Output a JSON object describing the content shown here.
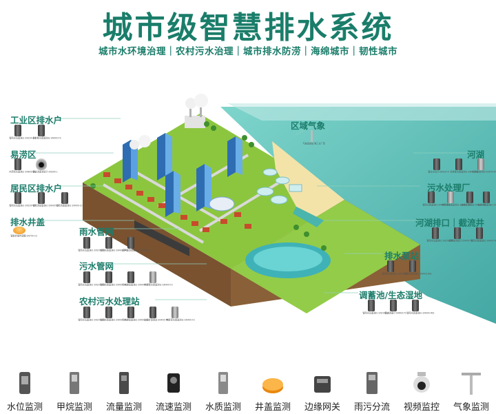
{
  "header": {
    "title": "城市级智慧排水系统",
    "subtitle": "城市水环境治理｜农村污水治理｜城市排水防涝｜海绵城市｜韧性城市"
  },
  "groups": [
    {
      "label": "工业区排水户",
      "devices": [
        {
          "caption": "管网水位监测仪 EN200-D2"
        },
        {
          "caption": "多参数水质监测仪 EN400-Y3"
        }
      ]
    },
    {
      "label": "易涝区",
      "devices": [
        {
          "caption": "内涝积水监测仪 EN600-W2"
        },
        {
          "caption": "雷达流速流量计 EN300-L"
        }
      ]
    },
    {
      "label": "居民区排水户",
      "devices": [
        {
          "caption": "管网水位监测仪 EN200-D2"
        },
        {
          "caption": "管网流量监测仪 EN400-CC"
        },
        {
          "caption": "管网流速监测仪 EN400-LV"
        }
      ]
    },
    {
      "label": "排水井盖",
      "devices": [
        {
          "caption": "智能井盖传感器 EN700-C2"
        }
      ]
    },
    {
      "label": "雨水管网",
      "devices": [
        {
          "caption": "管网水位监测仪 EN200-D2"
        },
        {
          "caption": "管网水质监测仪 EN400-MQ"
        },
        {
          "caption": "超声波流量监测仪 EN400-F1"
        }
      ]
    },
    {
      "label": "污水管网",
      "devices": [
        {
          "caption": "管网水位监测仪 EN200-D2"
        },
        {
          "caption": "管网水质监测仪 EN400-WQ"
        },
        {
          "caption": "污水流量监测仪 EN400-CO"
        },
        {
          "caption": "电导率水质监测仪 EN400-F2"
        }
      ]
    },
    {
      "label": "农村污水处理站",
      "devices": [
        {
          "caption": "管网水位监测仪 EN200-D2"
        },
        {
          "caption": "管网水质监测仪 EN400-WQ"
        },
        {
          "caption": "污水流量监测仪 EN400-CO"
        },
        {
          "caption": "边缘计算网关 EN400-MC"
        },
        {
          "caption": "电导率水质监测仪 EN400-F2"
        }
      ]
    },
    {
      "label": "区域气象",
      "devices": [
        {
          "caption": "气象监测站 第三方厂商"
        }
      ]
    },
    {
      "label": "河湖",
      "devices": [
        {
          "caption": "雷达水位计 EN200-R"
        },
        {
          "caption": "多参数水质监测仪 EN400-Y1"
        },
        {
          "caption": "水质监测浮标 EN400-WQ"
        }
      ]
    },
    {
      "label": "污水处理厂",
      "devices": [
        {
          "caption": "管网水质监测仪 EN400-WQ"
        },
        {
          "caption": "电导率水质监测仪 EN400-F3"
        },
        {
          "caption": "边缘计算网关 EN400-MC"
        },
        {
          "caption": "在线水质监测仪 EN400-WQ"
        }
      ]
    },
    {
      "label": "河湖排口｜截流井",
      "devices": [
        {
          "caption": "管网水位监测仪 EN200-D2"
        },
        {
          "caption": "超声波流量计 EN400-F1"
        },
        {
          "caption": "管网水质监测仪 EN400-WQ"
        }
      ]
    },
    {
      "label": "排水泵站",
      "devices": [
        {
          "caption": "管网水位监测仪 EN200-D2"
        },
        {
          "caption": "管网水质监测仪 EN400-WQ"
        }
      ]
    },
    {
      "label": "调蓄池/生态湿地",
      "devices": [
        {
          "caption": "管网水位监测仪 EN200-D2"
        },
        {
          "caption": "雷达流速计 EN600-T2"
        },
        {
          "caption": "管网水质监测仪 EN400-WQ"
        }
      ]
    }
  ],
  "legend": [
    {
      "label": "水位监测",
      "icon": "water-level-icon"
    },
    {
      "label": "甲烷监测",
      "icon": "methane-sensor-icon"
    },
    {
      "label": "流量监测",
      "icon": "flow-meter-icon"
    },
    {
      "label": "流速监测",
      "icon": "flow-velocity-icon"
    },
    {
      "label": "水质监测",
      "icon": "water-quality-icon"
    },
    {
      "label": "井盖监测",
      "icon": "manhole-cover-icon"
    },
    {
      "label": "边缘网关",
      "icon": "edge-gateway-icon"
    },
    {
      "label": "雨污分流",
      "icon": "rain-sewage-icon"
    },
    {
      "label": "视频监控",
      "icon": "camera-icon"
    },
    {
      "label": "气象监测",
      "icon": "weather-station-icon"
    }
  ],
  "colors": {
    "accent": "#1a7d6a",
    "grass": "#86c440",
    "sea": "#4ab5ad",
    "soil": "#7a5230"
  }
}
